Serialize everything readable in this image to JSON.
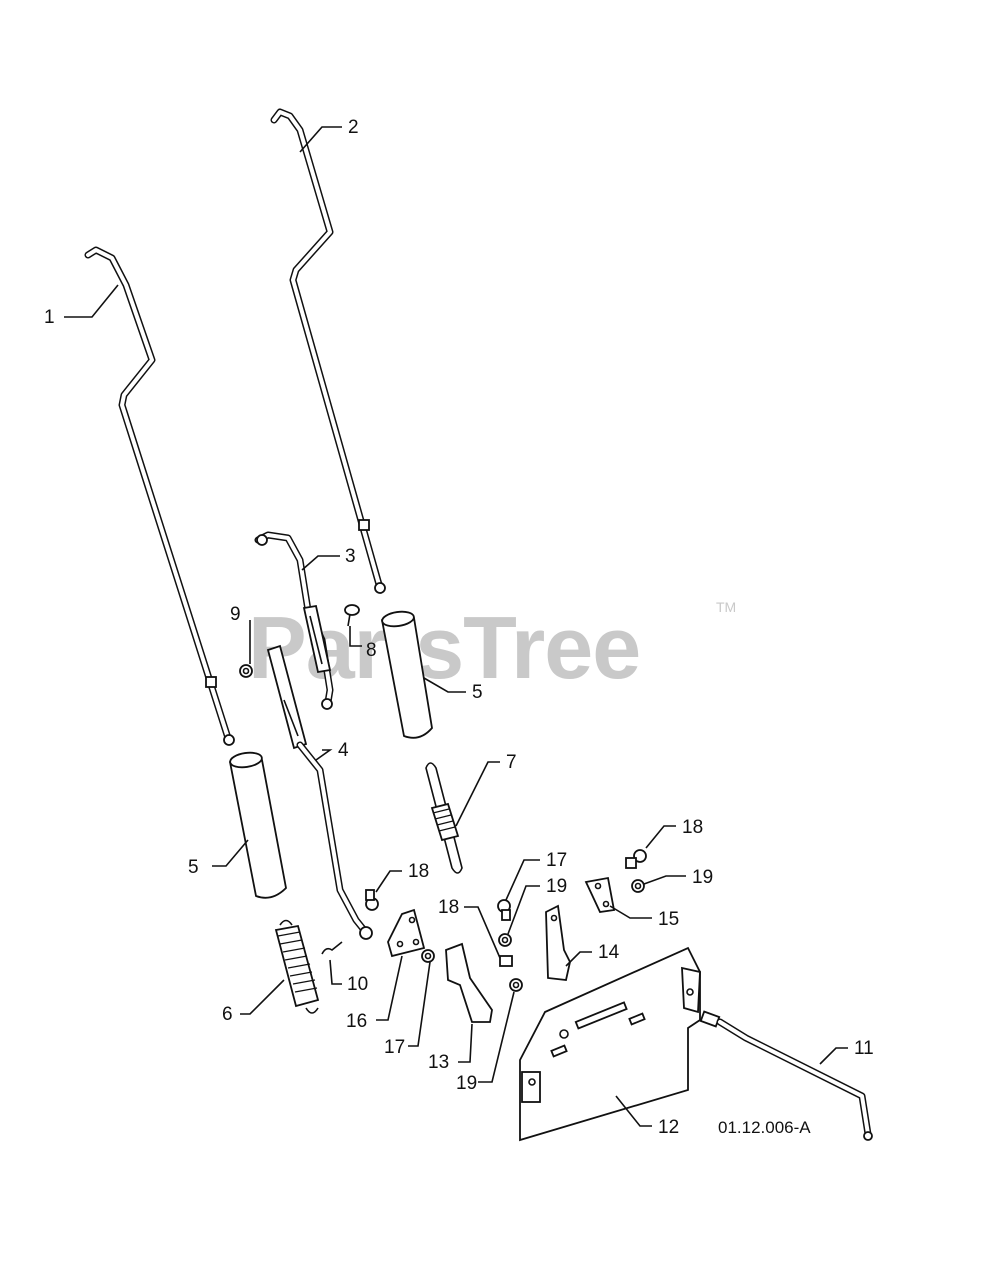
{
  "watermark": {
    "text": "PartsTree",
    "trademark": "TM"
  },
  "diagram_code": "01.12.006-A",
  "callouts": [
    {
      "id": "c1",
      "label": "1"
    },
    {
      "id": "c2",
      "label": "2"
    },
    {
      "id": "c3",
      "label": "3"
    },
    {
      "id": "c4",
      "label": "4"
    },
    {
      "id": "c5a",
      "label": "5"
    },
    {
      "id": "c5b",
      "label": "5"
    },
    {
      "id": "c6",
      "label": "6"
    },
    {
      "id": "c7",
      "label": "7"
    },
    {
      "id": "c8",
      "label": "8"
    },
    {
      "id": "c9",
      "label": "9"
    },
    {
      "id": "c10",
      "label": "10"
    },
    {
      "id": "c11",
      "label": "11"
    },
    {
      "id": "c12",
      "label": "12"
    },
    {
      "id": "c13",
      "label": "13"
    },
    {
      "id": "c14",
      "label": "14"
    },
    {
      "id": "c15",
      "label": "15"
    },
    {
      "id": "c16",
      "label": "16"
    },
    {
      "id": "c17a",
      "label": "17"
    },
    {
      "id": "c17b",
      "label": "17"
    },
    {
      "id": "c18a",
      "label": "18"
    },
    {
      "id": "c18b",
      "label": "18"
    },
    {
      "id": "c18c",
      "label": "18"
    },
    {
      "id": "c19a",
      "label": "19"
    },
    {
      "id": "c19b",
      "label": "19"
    },
    {
      "id": "c19c",
      "label": "19"
    }
  ]
}
